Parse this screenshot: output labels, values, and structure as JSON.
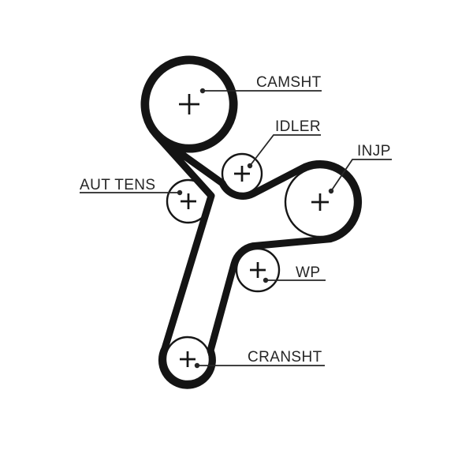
{
  "diagram": {
    "type": "timing-belt-routing",
    "background_color": "#ffffff",
    "belt_color": "#141414",
    "outline_color": "#161616",
    "leader_color": "#262626",
    "labels": {
      "camsht": "CAMSHT",
      "idler": "IDLER",
      "injp": "INJP",
      "aut_tens": "AUT TENS",
      "wp": "WP",
      "cransht": "CRANSHT"
    }
  }
}
